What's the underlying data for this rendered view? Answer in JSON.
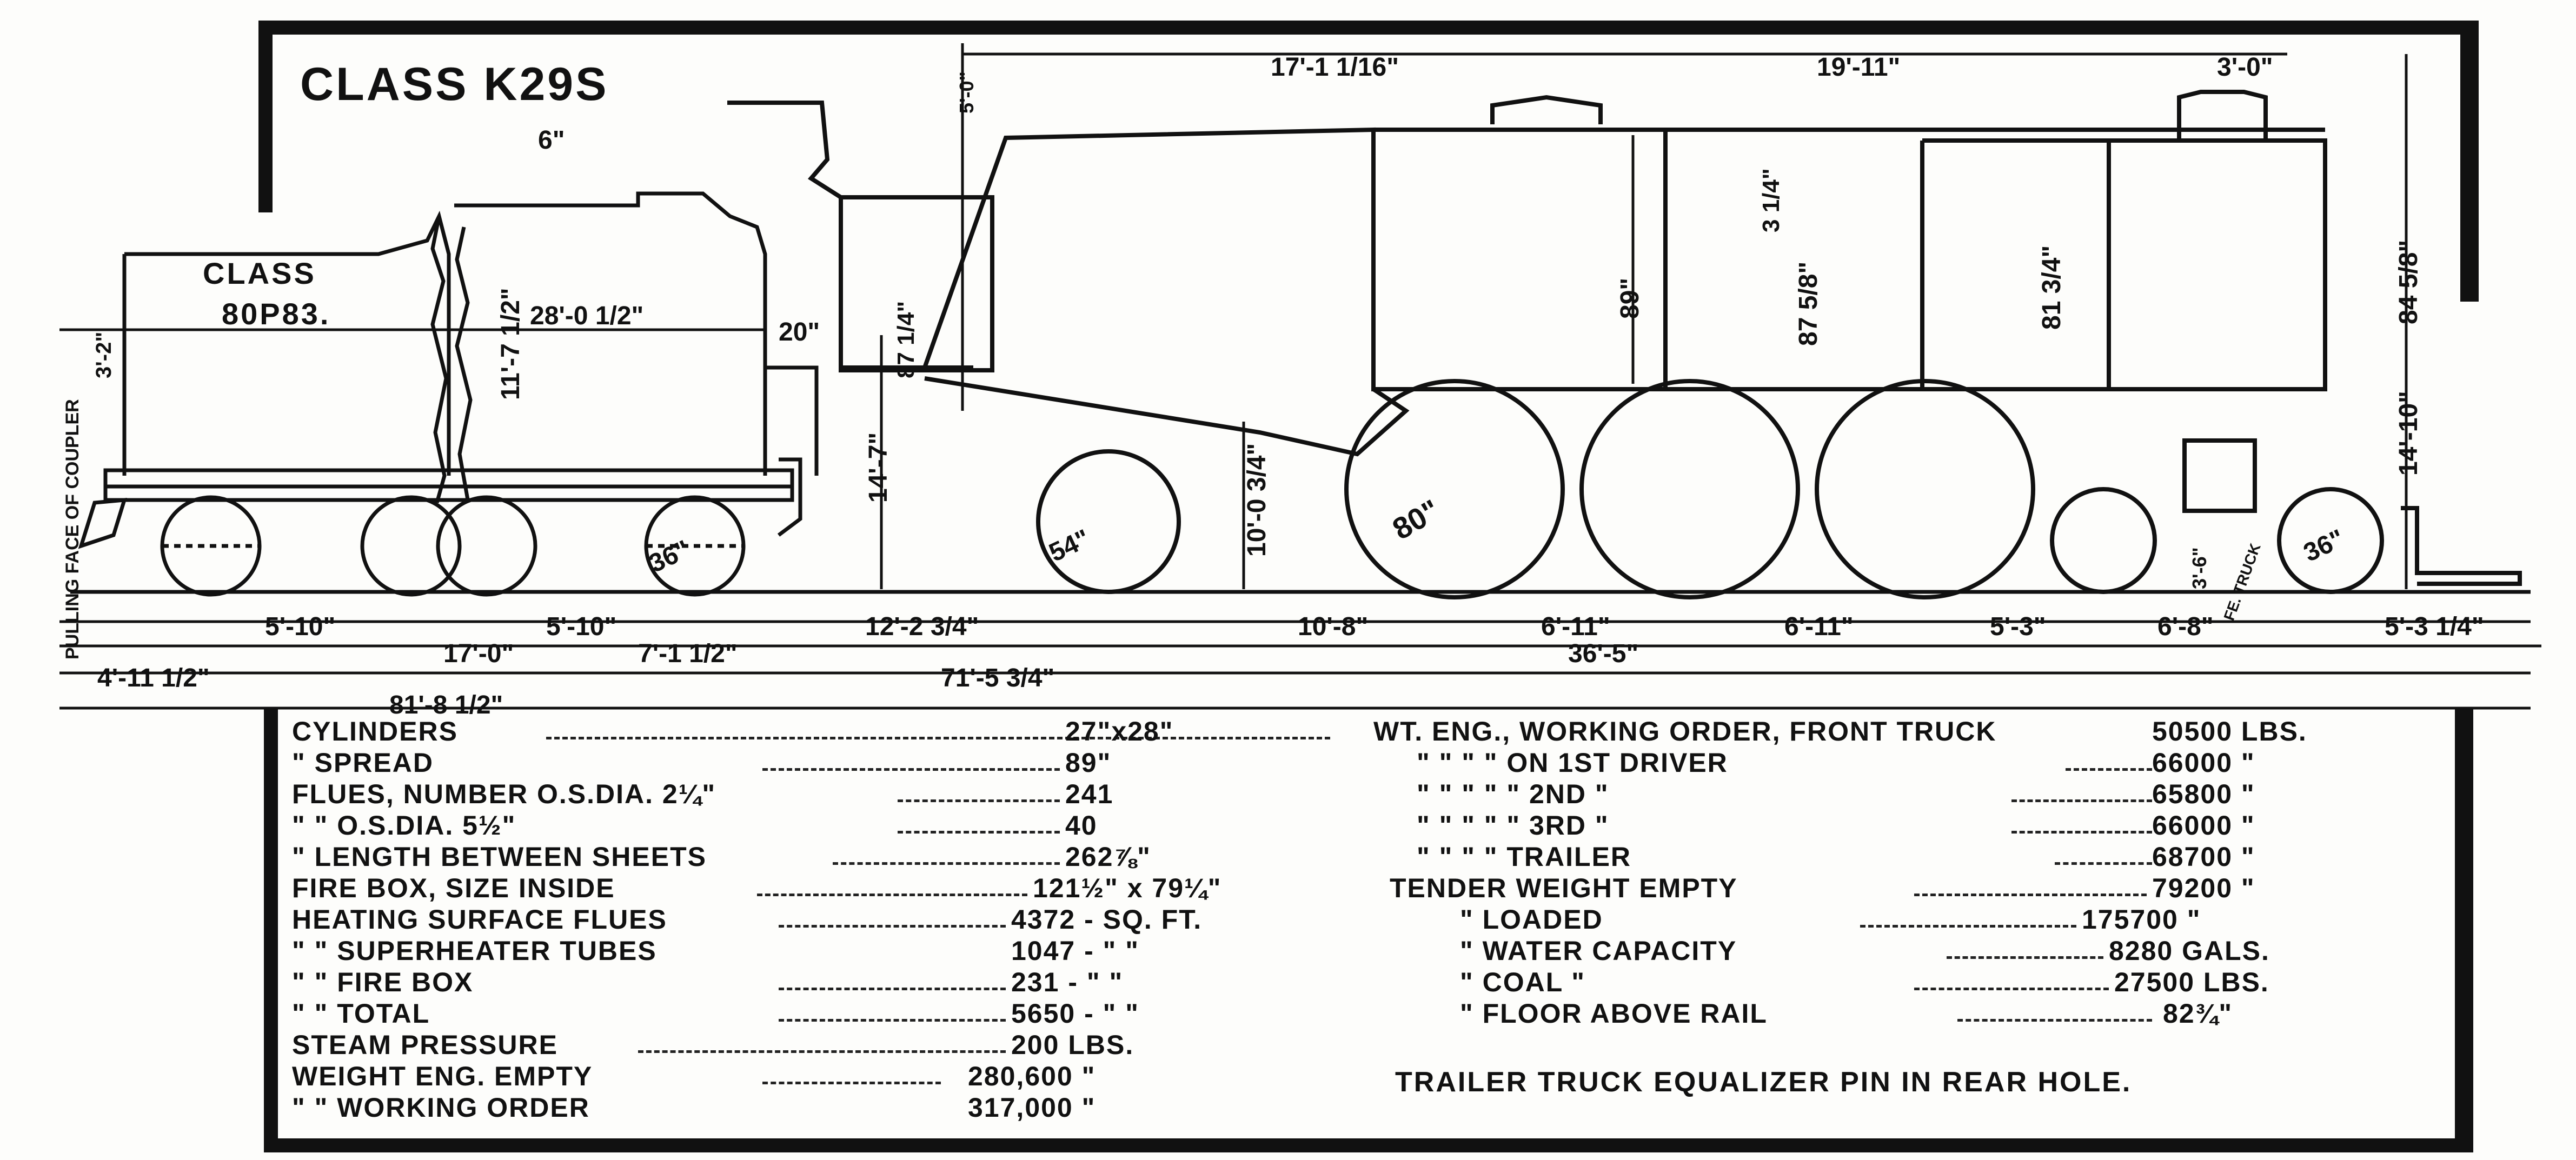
{
  "engine_class": "CLASS K29S",
  "tender_class_line1": "CLASS",
  "tender_class_line2": "80P83.",
  "dims": {
    "d_17_1_16": "17'-1 1/16\"",
    "d_19_11": "19'-11\"",
    "d_3_0": "3'-0\"",
    "d_6": "6\"",
    "d_tender_len": "28'-0 1/2\"",
    "d_tender_h": "11'-7 1/2\"",
    "d_20": "20\"",
    "d_left_coupler": "3'-2\"",
    "d_pulling_face": "PULLING FACE OF COUPLER",
    "d_cab_h": "14'-7\"",
    "d_boiler_h": "10'-0 3/4\"",
    "d_89": "89\"",
    "d_3_1_4": "3 1/4\"",
    "d_87": "87 5/8\"",
    "d_81": "81 3/4\"",
    "d_84": "84 5/8\"",
    "d_stack": "14'-10\"",
    "d_cab_side": "87 1/4\"",
    "d_5_0": "5'-0\"",
    "d_wheel_36_t": "36\"",
    "d_wheel_54": "54\"",
    "d_wheel_80": "80\"",
    "d_wheel_36_f": "36\"",
    "d_5_10_a": "5'-10\"",
    "d_17_0": "17'-0\"",
    "d_5_10_b": "5'-10\"",
    "d_7_1_2": "7'-1 1/2\"",
    "d_12_2": "12'-2 3/4\"",
    "d_10_8": "10'-8\"",
    "d_6_11_a": "6'-11\"",
    "d_6_11_b": "6'-11\"",
    "d_5_3": "5'-3\"",
    "d_6_8": "6'-8\"",
    "d_5_3_1_4": "5'-3 1/4\"",
    "d_3_6": "3'-6\"",
    "d_fe_truck": "FE. TRUCK",
    "d_4_11": "4'-11 1/2\"",
    "d_36_5": "36'-5\"",
    "d_71_5": "71'-5 3/4\"",
    "d_81_8": "81'-8 1/2\""
  },
  "specs_left": [
    {
      "label": "CYLINDERS",
      "value": "27\"x28\""
    },
    {
      "label": "\"          SPREAD",
      "value": "89\""
    },
    {
      "label": "FLUES, NUMBER     O.S.DIA. 2¼\"",
      "value": "241"
    },
    {
      "label": "\"        \"        O.S.DIA. 5½\"",
      "value": "40"
    },
    {
      "label": "\"   LENGTH BETWEEN SHEETS",
      "value": "262⅞\""
    },
    {
      "label": "FIRE BOX, SIZE INSIDE",
      "value": "121½\" x 79¼\""
    },
    {
      "label": "HEATING SURFACE FLUES",
      "value": "4372 - SQ. FT."
    },
    {
      "label": "\"        \"   SUPERHEATER TUBES",
      "value": "1047 -  \"   \""
    },
    {
      "label": "\"        \"   FIRE BOX",
      "value": "231 -  \"   \""
    },
    {
      "label": "\"        \"      TOTAL",
      "value": "5650 -  \"   \""
    },
    {
      "label": "STEAM PRESSURE",
      "value": "200 LBS."
    },
    {
      "label": "WEIGHT ENG. EMPTY",
      "value": "280,600  \""
    },
    {
      "label": "\"        \" WORKING ORDER",
      "value": "317,000  \""
    }
  ],
  "specs_right": [
    {
      "label": "WT. ENG., WORKING ORDER, FRONT TRUCK",
      "value": "50500 LBS."
    },
    {
      "label": "\"    \"    \"    \" ON 1ST DRIVER",
      "value": "66000  \""
    },
    {
      "label": "\"    \"    \"    \"  \"  2ND  \"",
      "value": "65800  \""
    },
    {
      "label": "\"    \"    \"    \"  \"  3RD  \"",
      "value": "66000  \""
    },
    {
      "label": "\"    \"    \"    \"  TRAILER",
      "value": "68700  \""
    },
    {
      "label": "TENDER WEIGHT EMPTY",
      "value": "79200  \""
    },
    {
      "label": "\"          LOADED",
      "value": "175700  \""
    },
    {
      "label": "\"     WATER CAPACITY",
      "value": "8280 GALS."
    },
    {
      "label": "\"        COAL     \"",
      "value": "27500 LBS."
    },
    {
      "label": "\"   FLOOR ABOVE RAIL",
      "value": "82¾\""
    }
  ],
  "note": "TRAILER TRUCK EQUALIZER PIN IN REAR HOLE."
}
